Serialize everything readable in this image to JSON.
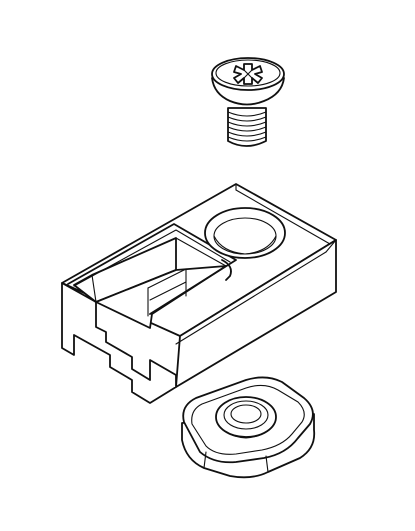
{
  "diagram": {
    "parts": [
      {
        "id": "screw",
        "icon": "countersunk-phillips-screw-icon"
      },
      {
        "id": "block",
        "icon": "slotted-clamp-block-icon"
      },
      {
        "id": "nut",
        "icon": "t-slot-nut-icon"
      }
    ],
    "colors": {
      "background": "#ffffff",
      "line": "#111111"
    }
  }
}
